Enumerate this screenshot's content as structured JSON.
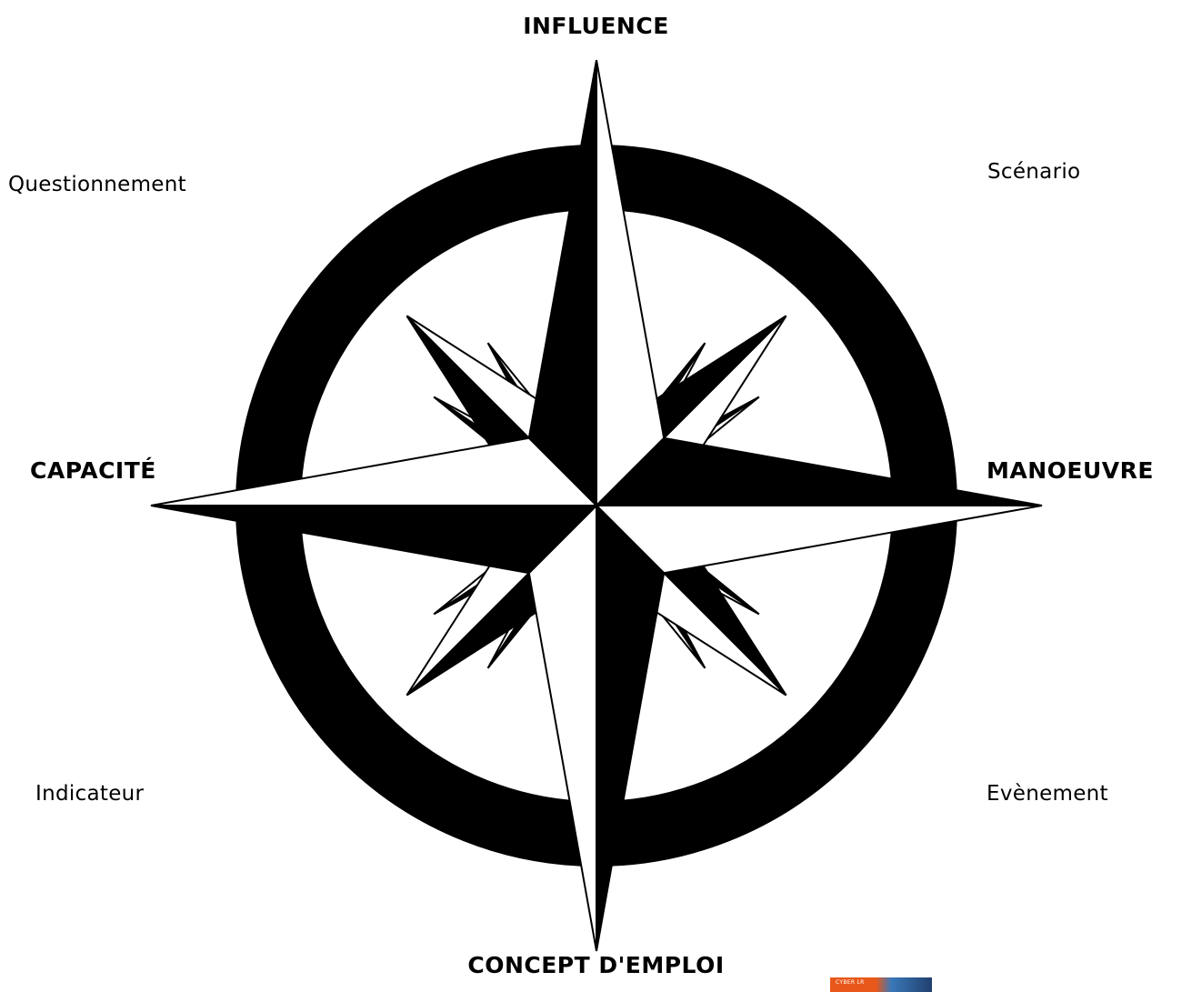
{
  "labels": {
    "north": "INFLUENCE",
    "east": "MANOEUVRE",
    "south": "CONCEPT D'EMPLOI",
    "west": "CAPACITÉ",
    "northwest": "Questionnement",
    "northeast": "Scénario",
    "southwest": "Indicateur",
    "southeast": "Evènement"
  },
  "thumbnail": {
    "text": "CYBER LR"
  },
  "colors": {
    "ink": "#000000",
    "paper": "#ffffff"
  }
}
